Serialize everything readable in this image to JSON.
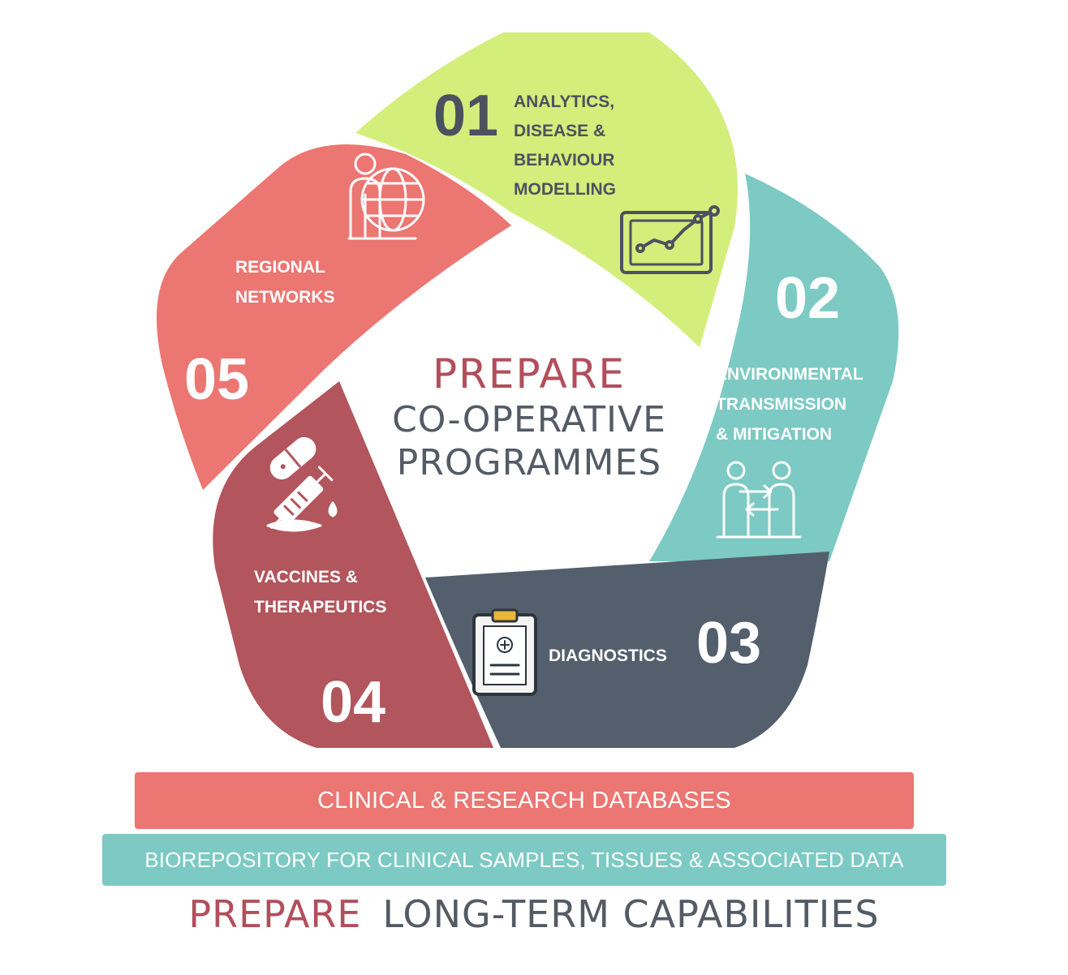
{
  "colors": {
    "green": "#d3ee7b",
    "teal": "#7ccac3",
    "slate": "#535f6c",
    "crimson": "#b2555c",
    "salmon": "#eb7672",
    "brand": "#b24e5b",
    "dark_text": "#555b65",
    "white": "#ffffff"
  },
  "center": {
    "brand": "PREPARE",
    "line1": "CO-OPERATIVE",
    "line2": "PROGRAMMES"
  },
  "segments": [
    {
      "number": "01",
      "label_lines": [
        "ANALYTICS,",
        "DISEASE &",
        "BEHAVIOUR",
        "MODELLING"
      ],
      "icon": "chart-monitor-icon"
    },
    {
      "number": "02",
      "label_lines": [
        "ENVIRONMENTAL",
        "TRANSMISSION",
        "& MITIGATION"
      ],
      "icon": "people-exchange-icon"
    },
    {
      "number": "03",
      "label_lines": [
        "DIAGNOSTICS"
      ],
      "icon": "clipboard-icon"
    },
    {
      "number": "04",
      "label_lines": [
        "VACCINES &",
        "THERAPEUTICS"
      ],
      "icon": "pill-syringe-icon"
    },
    {
      "number": "05",
      "label_lines": [
        "REGIONAL",
        "NETWORKS"
      ],
      "icon": "person-globe-icon"
    }
  ],
  "bars": {
    "databases": "CLINICAL & RESEARCH DATABASES",
    "biorepository": "BIOREPOSITORY FOR CLINICAL SAMPLES, TISSUES & ASSOCIATED DATA"
  },
  "footer": {
    "brand": "PREPARE",
    "caption": "LONG-TERM CAPABILITIES"
  }
}
